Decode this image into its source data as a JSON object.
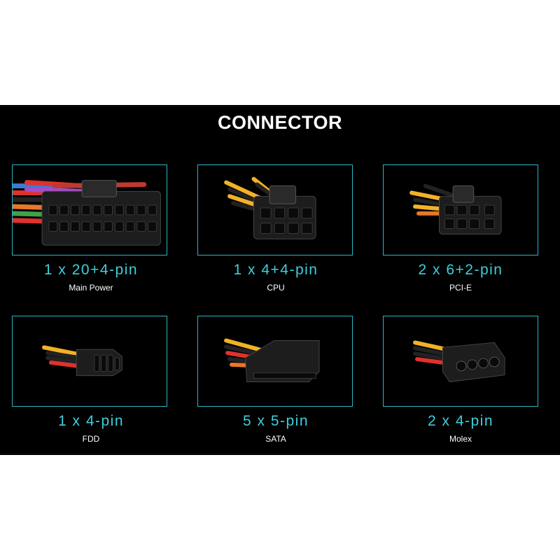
{
  "title": "CONNECTOR",
  "colors": {
    "accent": "#3ecfdc",
    "frame": "#2bb6c4",
    "background": "#000000"
  },
  "connectors": [
    {
      "spec": "1 x 20+4-pin",
      "name": "Main Power",
      "icon": "main-power-connector-icon"
    },
    {
      "spec": "1 x 4+4-pin",
      "name": "CPU",
      "icon": "cpu-connector-icon"
    },
    {
      "spec": "2 x 6+2-pin",
      "name": "PCI-E",
      "icon": "pcie-connector-icon"
    },
    {
      "spec": "1 x 4-pin",
      "name": "FDD",
      "icon": "fdd-connector-icon"
    },
    {
      "spec": "5 x 5-pin",
      "name": "SATA",
      "icon": "sata-connector-icon"
    },
    {
      "spec": "2 x 4-pin",
      "name": "Molex",
      "icon": "molex-connector-icon"
    }
  ]
}
